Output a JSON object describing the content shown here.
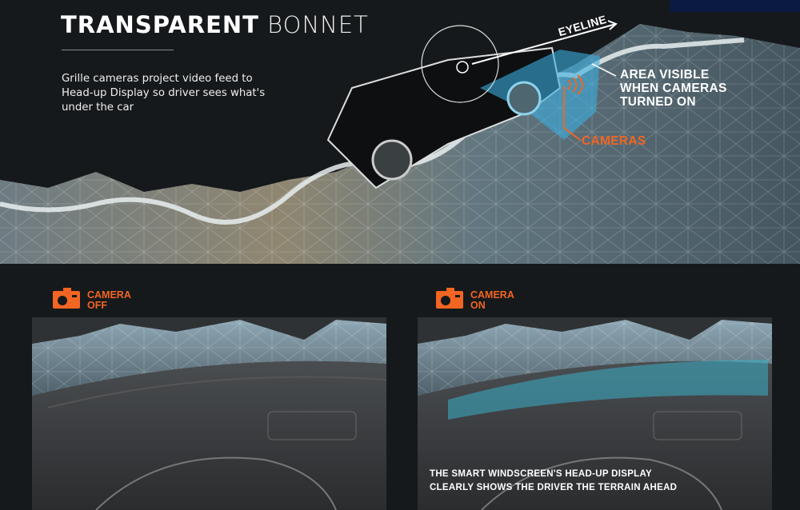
{
  "header": {
    "title_bold": "TRANSPARENT",
    "title_light": "BONNET",
    "description": "Grille cameras project video feed to Head-up Display so driver sees what's under the car"
  },
  "diagram": {
    "eyeline_label": "EYELINE",
    "area_label_lines": [
      "AREA VISIBLE",
      "WHEN CAMERAS",
      "TURNED ON"
    ],
    "cameras_label": "CAMERAS"
  },
  "panels": {
    "off": {
      "label_lines": [
        "CAMERA",
        "OFF"
      ],
      "icon": "camera-icon"
    },
    "on": {
      "label_lines": [
        "CAMERA",
        "ON"
      ],
      "icon": "camera-icon"
    },
    "caption_lines": [
      "THE SMART WINDSCREEN'S HEAD-UP DISPLAY",
      "CLEARLY SHOWS THE DRIVER THE TERRAIN AHEAD"
    ]
  },
  "colors": {
    "accent": "#f26522",
    "background": "#16191b",
    "hud": "#4fb6d6",
    "navy": "#0b1a40"
  }
}
